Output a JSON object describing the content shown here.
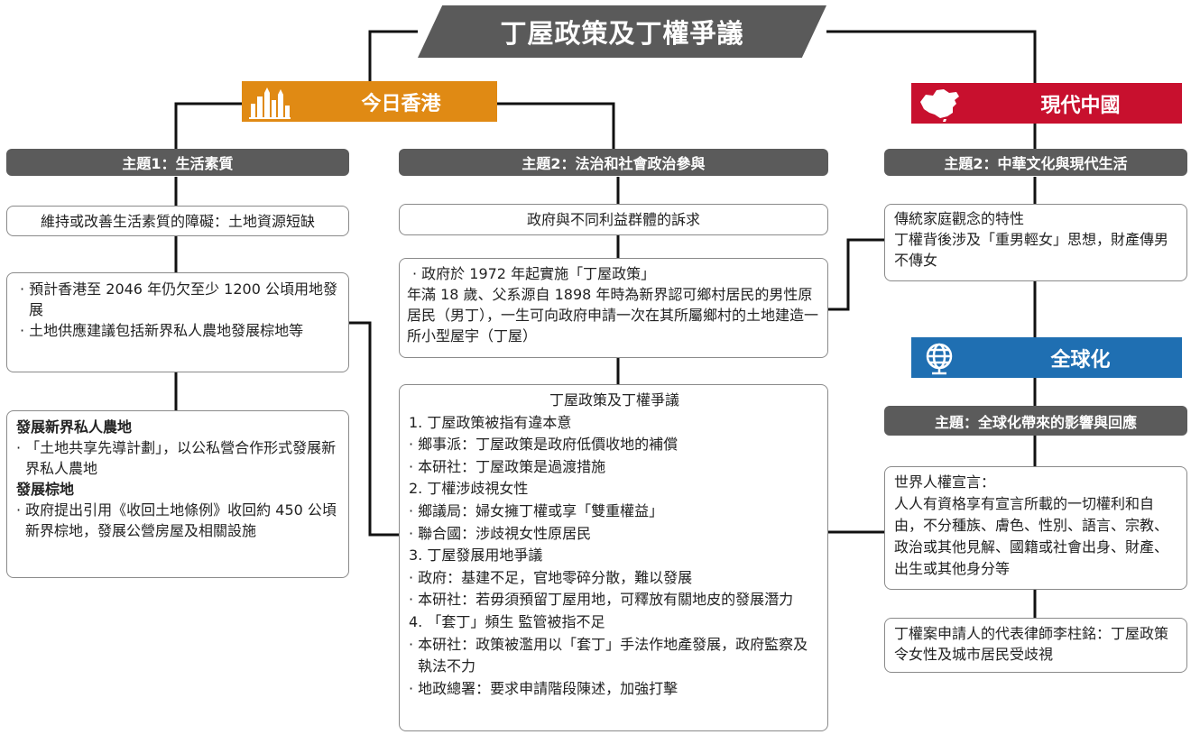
{
  "title": "丁屋政策及丁權爭議",
  "hong_kong": {
    "label": "今日香港",
    "theme": "主題1：生活素質",
    "box1": "維持或改善生活素質的障礙：土地資源短缺",
    "box2": [
      "· 預計香港至 2046 年仍欠至少 1200 公頃用地發展",
      "· 土地供應建議包括新界私人農地發展棕地等"
    ],
    "box3": {
      "h1": "發展新界私人農地",
      "p1": "· 「土地共享先導計劃」，以公私營合作形式發展新界私人農地",
      "h2": "發展棕地",
      "p2": "· 政府提出引用《收回土地條例》收回約 450 公頃新界棕地，發展公營房屋及相關設施"
    }
  },
  "rule_of_law": {
    "theme": "主題2：法治和社會政治參與",
    "box1": "政府與不同利益群體的訴求",
    "box2": {
      "head": "· 政府於 1972 年起實施「丁屋政策」",
      "body": "年滿 18 歲、父系源自 1898 年時為新界認可鄉村居民的男性原居民（男丁），一生可向政府申請一次在其所屬鄉村的土地建造一所小型屋宇（丁屋）"
    },
    "box3": {
      "title": "丁屋政策及丁權爭議",
      "h1": "1. 丁屋政策被指有違本意",
      "i1a": "· 鄉事派：丁屋政策是政府低價收地的補償",
      "i1b": "· 本研社：丁屋政策是過渡措施",
      "h2": "2. 丁權涉歧視女性",
      "i2a": "· 鄉議局：婦女擁丁權或享「雙重權益」",
      "i2b": "· 聯合國：涉歧視女性原居民",
      "h3": "3. 丁屋發展用地爭議",
      "i3a": "· 政府：基建不足，官地零碎分散，難以發展",
      "i3b": "· 本研社：若毋須預留丁屋用地，可釋放有關地皮的發展潛力",
      "h4": "4. 「套丁」頻生 監管被指不足",
      "i4a": "· 本研社：政策被濫用以「套丁」手法作地產發展，政府監察及執法不力",
      "i4b": "· 地政總署：要求申請階段陳述，加強打擊"
    }
  },
  "modern_china": {
    "label": "現代中國",
    "theme": "主題2：中華文化與現代生活",
    "box_title": "傳統家庭觀念的特性",
    "box_body": "丁權背後涉及「重男輕女」思想，財產傳男不傳女"
  },
  "globalization": {
    "label": "全球化",
    "theme": "主題：全球化帶來的影響與回應",
    "box1_title": "世界人權宣言：",
    "box1_body": "人人有資格享有宣言所載的一切權利和自由，不分種族、膚色、性別、語言、宗教、政治或其他見解、國籍或社會出身、財產、出生或其他身分等",
    "box2": "丁權案申請人的代表律師李柱銘：丁屋政策令女性及城市居民受歧視"
  },
  "colors": {
    "hong_kong": "#e08a14",
    "modern_china": "#c8102e",
    "globalization": "#1f6fb2",
    "theme_bar": "#5b5b5b"
  },
  "icons": [
    "skyline-icon",
    "china-map-icon",
    "globe-icon"
  ]
}
